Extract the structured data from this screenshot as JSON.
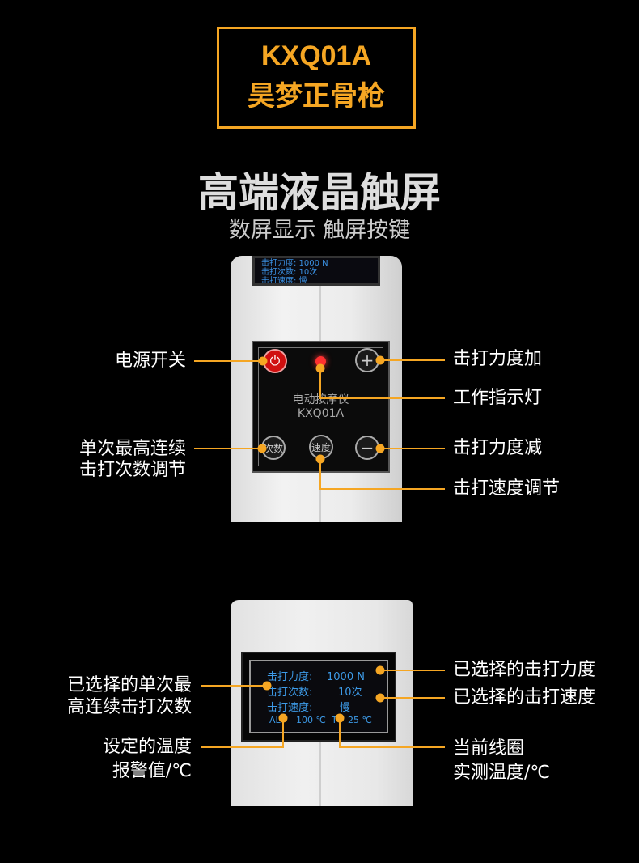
{
  "title_box": {
    "model": "KXQ01A",
    "product_name": "昊梦正骨枪"
  },
  "heading": "高端液晶触屏",
  "subheading": "数屏显示 触屏按键",
  "device_top": {
    "screen_lines": [
      "击打力度:  1000 N",
      "击打次数:     10次",
      "击打速度:     慢"
    ],
    "panel_text": [
      "电动按摩仪",
      "KXQ01A"
    ],
    "buttons": {
      "count": "次数",
      "speed": "速度",
      "plus": "+",
      "minus": "−",
      "power": "⏻"
    },
    "callouts": {
      "power": "电源开关",
      "plus": "击打力度加",
      "led": "工作指示灯",
      "count_1": "单次最高连续",
      "count_2": "击打次数调节",
      "minus": "击打力度减",
      "speed": "击打速度调节"
    }
  },
  "device_bottom": {
    "lcd": {
      "force_label": "击打力度:",
      "force_value": "1000 N",
      "count_label": "击打次数:",
      "count_value": "10次",
      "speed_label": "击打速度:",
      "speed_value": "慢",
      "alarm_label": "AL",
      "alarm_value": "100 ℃",
      "temp_label": "T",
      "temp_value": "25 ℃"
    },
    "callouts": {
      "count_1": "已选择的单次最",
      "count_2": "高连续击打次数",
      "force": "已选择的击打力度",
      "speed": "已选择的击打速度",
      "alarm_1": "设定的温度",
      "alarm_2": "报警值/℃",
      "temp_1": "当前线圈",
      "temp_2": "实测温度/℃"
    }
  },
  "colors": {
    "accent": "#f5a623",
    "lcd_text": "#3d9be8",
    "background": "#000000"
  }
}
